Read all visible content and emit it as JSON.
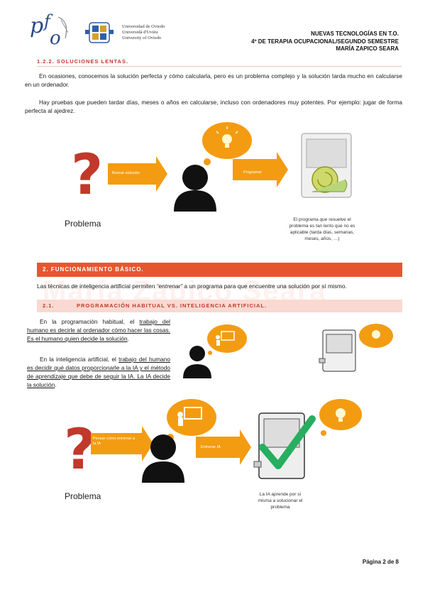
{
  "header": {
    "uni_lines": [
      "Universidad de Oviedo",
      "Universidá d'Uviéu",
      "University of Oviedo"
    ],
    "right_lines": [
      "NUEVAS TECNOLOGÍAS EN T.O.",
      "4º DE TERAPIA OCUPACIONAL/SEGUNDO SEMESTRE",
      "MARÍA ZAPICO SEARA"
    ]
  },
  "section_122": "1.2.2.   SOLUCIONES LENTAS.",
  "p1": "En ocasiones, conocemos la solución perfecta y cómo calcularla, pero es un problema complejo y la solución tarda mucho en calcularse en un ordenador.",
  "p2": "Hay pruebas que pueden tardar días, meses o años en calcularse, incluso con ordenadores muy potentes. Por ejemplo: jugar de forma perfecta al ajedrez.",
  "diagram1": {
    "arrow1": "Buscar solución",
    "arrow2": "Programar",
    "problema": "Problema",
    "caption": "El programa que resuelve el problema es tan lento que no es aplicable (tarda días, semanas, meses, años, …)"
  },
  "section_2": "2.   FUNCIONAMIENTO BÁSICO.",
  "p3_pre": "Las técnicas de inteligencia artificial permiten ",
  "p3_em": "“entrenar”",
  "p3_post": " a un programa para que encuentre una solución por sí mismo.",
  "section_21_num": "2.1.",
  "section_21_title": "PROGRAMACIÓN HABITUAL VS. INTELIGENCIA ARTIFICIAL.",
  "watermark": "María Zapico Seara",
  "p4_pre": "En la programación habitual, el ",
  "p4_u": "trabajo del humano es decirle al ordenador cómo hacer las cosas. Es el humano quien decide la solución",
  "p4_post": ".",
  "p5_pre": "En la inteligencia artificial, el ",
  "p5_u": "trabajo del humano es decidir qué datos proporcionarle a la IA y el método de aprendizaje que debe de seguir la IA. La IA decide la solución",
  "p5_post": ".",
  "diagram3": {
    "arrow1": "Pensar cómo entrenar a la IA",
    "arrow2": "Entrenar IA",
    "problema": "Problema",
    "caption": "La IA aprende por sí misma a solucionar el problema"
  },
  "footer": "Página 2 de 8",
  "colors": {
    "accent": "#e7572d",
    "question": "#c0392b",
    "bubble": "#f39c12",
    "check": "#27ae60"
  }
}
